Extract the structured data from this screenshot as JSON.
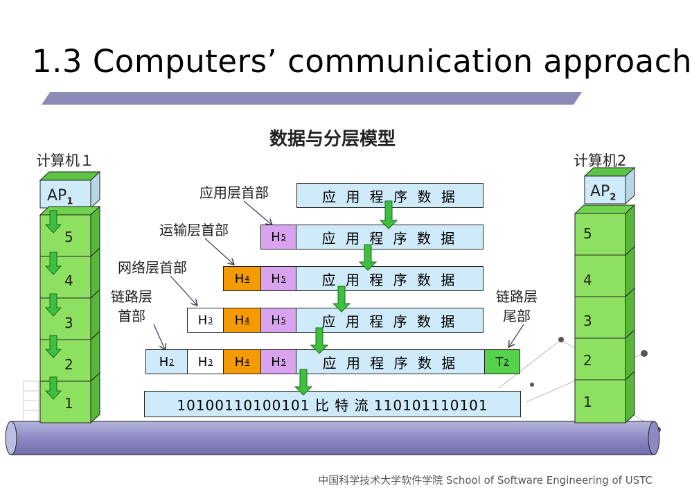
{
  "slide": {
    "title": "1.3 Computers’ communication approach",
    "diagram_title": "数据与分层模型",
    "footer": "中国科学技术大学软件学院  School of Software Engineering of USTC"
  },
  "computer1": {
    "label": "计算机１",
    "ap": "AP",
    "ap_sub": "1",
    "layers": [
      "5",
      "4",
      "3",
      "2",
      "1"
    ]
  },
  "computer2": {
    "label": "计算机2",
    "ap": "AP",
    "ap_sub": "2",
    "layers": [
      "5",
      "4",
      "3",
      "2",
      "1"
    ]
  },
  "annotations": {
    "app_header": "应用层首部",
    "transport_header": "运输层首部",
    "network_header": "网络层首部",
    "link_header_1": "链路层",
    "link_header_2": "首部",
    "link_trailer_1": "链路层",
    "link_trailer_2": "尾部"
  },
  "packets": {
    "app_data": "应 用 程 序 数 据",
    "headers": {
      "h5": "H",
      "h5_sub": "5",
      "h4": "H",
      "h4_sub": "4",
      "h3": "H",
      "h3_sub": "3",
      "h2": "H",
      "h2_sub": "2",
      "t2": "T",
      "t2_sub": "2"
    },
    "bitstream": "10100110100101  比  特  流  110101110101"
  },
  "colors": {
    "layer_green": "#8ee060",
    "data_blue": "#cfeaf8",
    "h4_orange": "#f59a00",
    "h5_purple": "#d9a3f0",
    "t2_green": "#55d24a",
    "arrow_green": "#3fbf3f",
    "title_bar": "#8e8ab8"
  }
}
